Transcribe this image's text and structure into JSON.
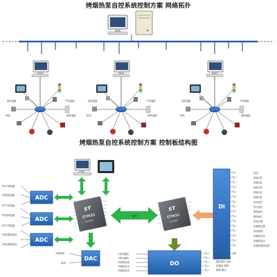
{
  "titles": {
    "network": "烤烟热泵自控系统控制方案  网络拓扑",
    "board": "烤烟热泵自控系统控制方案  控制板结构图"
  },
  "modules": {
    "adc_label": "ADC",
    "dac_label": "DAC",
    "do_label": "DO",
    "di_label": "DI",
    "spi_label": "SPI",
    "mcu_brand": "ST",
    "mcu_series": "STM32",
    "mcu_core": "Cortex"
  },
  "colors": {
    "module_blue": "#2f6fbd",
    "arrow_green": "#2db34a",
    "arrow_olive": "#6a8c2e",
    "arrow_orange": "#f2a36b",
    "hub_blue": "#1f4f9a",
    "chip_gray": "#5f6368"
  },
  "icons": [
    "computer-icon",
    "server-icon",
    "hmi-panel-icon",
    "switch-icon",
    "sensor-icon",
    "signal-light-icon",
    "fan-icon",
    "motor-icon"
  ]
}
